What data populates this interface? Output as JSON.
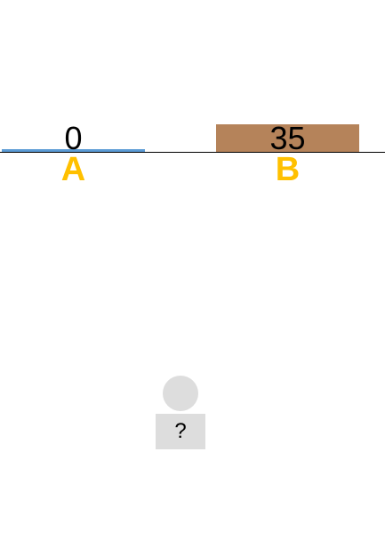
{
  "plates": [
    {
      "letter": "A",
      "value": "0",
      "fill_fraction": 0.0,
      "fill_color": "#5b9bd5"
    },
    {
      "letter": "B",
      "value": "35",
      "fill_fraction": 1.0,
      "fill_color": "#b5835a"
    }
  ],
  "letter_color": "#ffc000",
  "help": {
    "label": "?"
  }
}
